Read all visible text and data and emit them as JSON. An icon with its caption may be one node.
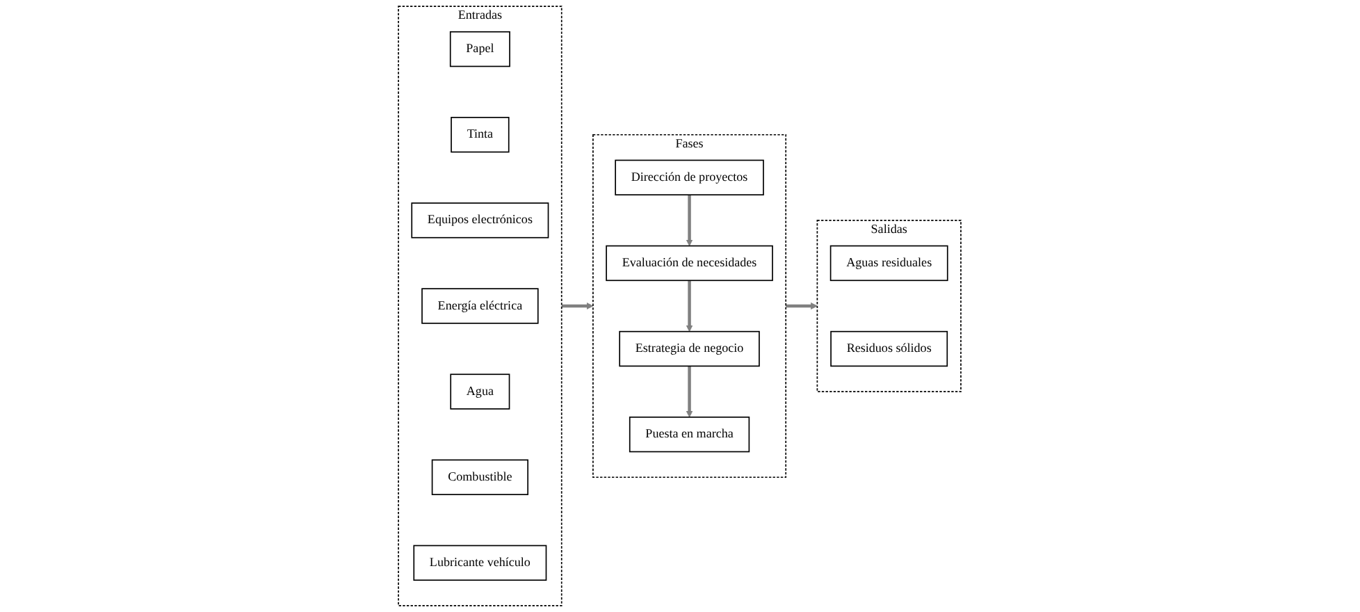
{
  "diagram": {
    "nodes": [
      {
        "text": [
          "Entradas"
        ]
      },
      {
        "text": [
          "Papel"
        ],
        "in": 0
      },
      {
        "text": [
          "Tinta"
        ],
        "in": 0
      },
      {
        "text": [
          "Equipos electrónicos"
        ],
        "in": 0
      },
      {
        "text": [
          "Energía eléctrica"
        ],
        "in": 0
      },
      {
        "text": [
          "Agua"
        ],
        "in": 0
      },
      {
        "text": [
          "Combustible"
        ],
        "in": 0
      },
      {
        "text": [
          "Lubricante vehículo"
        ],
        "in": 0
      },
      {
        "text": [
          "Fases"
        ]
      },
      {
        "text": [
          "Dirección de proyectos"
        ],
        "in": 8
      },
      {
        "text": [
          "Evaluación de necesidades"
        ],
        "in": 8
      },
      {
        "text": [
          "Estrategia de negocio"
        ],
        "in": 8
      },
      {
        "text": [
          "Puesta en marcha"
        ],
        "in": 8
      },
      {
        "text": [
          "Salidas"
        ]
      },
      {
        "text": [
          "Aguas residuales"
        ],
        "in": 13
      },
      {
        "text": [
          "Residuos sólidos"
        ],
        "in": 13
      }
    ],
    "edges": [
      {
        "from": 0,
        "to": 8,
        "arrow": "to"
      },
      {
        "from": 8,
        "to": 13,
        "arrow": "to"
      },
      {
        "from": 9,
        "to": 10,
        "arrow": "to"
      },
      {
        "from": 10,
        "to": 11,
        "arrow": "to"
      },
      {
        "from": 11,
        "to": 12,
        "arrow": "to"
      }
    ]
  }
}
